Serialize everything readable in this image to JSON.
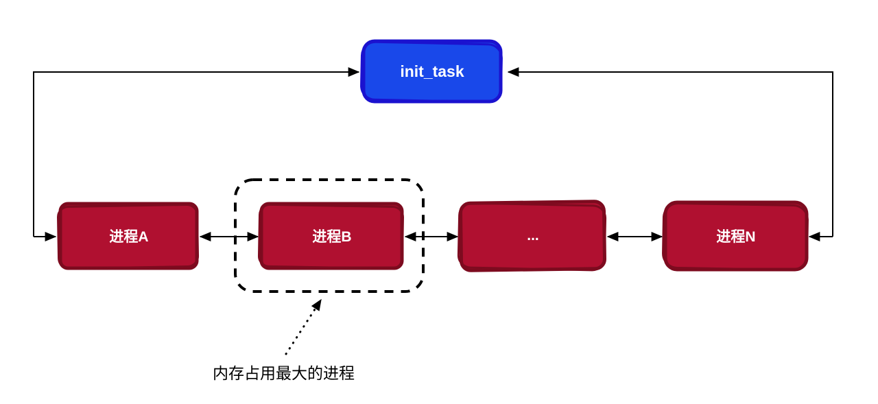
{
  "diagram": {
    "nodes": {
      "init_task": {
        "label": "init_task"
      },
      "process_a": {
        "label": "进程A"
      },
      "process_b": {
        "label": "进程B"
      },
      "process_dots": {
        "label": "..."
      },
      "process_n": {
        "label": "进程N"
      }
    },
    "edges": [
      {
        "from": "init_task",
        "to": "进程A",
        "bidirectional": true
      },
      {
        "from": "进程A",
        "to": "进程B",
        "bidirectional": true
      },
      {
        "from": "进程B",
        "to": "...",
        "bidirectional": true
      },
      {
        "from": "...",
        "to": "进程N",
        "bidirectional": true
      },
      {
        "from": "进程N",
        "to": "init_task",
        "bidirectional": true
      }
    ],
    "annotation": {
      "label": "内存占用最大的进程",
      "points_to": "进程B"
    },
    "colors": {
      "init_fill": "#1948EA",
      "init_stroke": "#1B12CF",
      "process_fill": "#B01030",
      "process_stroke": "#7D0B1F",
      "line": "#000000",
      "node_text": "#FFFFFF",
      "annotation_text": "#000000"
    }
  }
}
